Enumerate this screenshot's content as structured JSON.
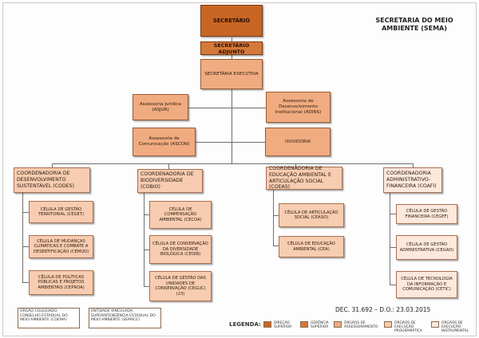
{
  "title": "SECRETARIA DO MEIO AMBIENTE (SEMA)",
  "decree": "DEC. 31.692 – D.O.: 23.03.2015",
  "top": {
    "secretario": "SECRETÁRIO",
    "adjunto": "SECRETÁRIO ADJUNTO",
    "executiva": "SECRETÁRIA EXECUTIVA"
  },
  "advisory": {
    "asjur": "Assessoria Jurídica (ASJUR)",
    "adins": "Assessoria de Desenvolvimento Institucional (ADINS)",
    "ascom": "Assessoria de Comunicação (ASCON)",
    "ouvidoria": "Ouvidoria"
  },
  "coordinations": [
    {
      "name": "COORDENADORIA DE DESENVOLVIMENTO SUSTENTÁVEL (CODES)",
      "cells": [
        "Célula de Gestão Territorial (CEGET)",
        "Célula de Mudanças Climáticas e Combate a Desertificação (CEMUD)",
        "Célula de Políticas Públicas e Projetos Ambientais (CEPROA)"
      ]
    },
    {
      "name": "Coordenadoria de Biodiversidade (COBIO)",
      "cells": [
        "Célula de Compensação Ambiental (CECOA)",
        "Célula de Conservação da Diversidade Biológica (CEDIB)",
        "Célula de Gestão das Unidades de Conservação (CEGUC) (23)"
      ]
    },
    {
      "name": "Coordenadoria de Educação Ambiental e Articulação Social (COEAS)",
      "cells": [
        "Célula de Articulação Social (CEASO)",
        "Célula de Educação Ambiental (CEA)"
      ]
    },
    {
      "name": "Coordenadoria Administrativo-Financeira (COAFI)",
      "cells": [
        "Célula de Gestão Financeira (CEGEF)",
        "Célula de Gestão Administrativa (CEGAD)",
        "Célula de Tecnologia da Informação e Comunicação (CETIC)"
      ]
    }
  ],
  "notes": {
    "colegiado": "ÓRGÃO COLEGIADO: CONSELHO ESTADUAL DO MEIO AMBIENTE (COEMA)",
    "vinculada": "ENTIDADE VINCULADA: SUPERINTENDÊNCIA ESTADUAL DO MEIO AMBIENTE (SEMACE)"
  },
  "legend": {
    "label": "LEGENDA:",
    "items": [
      {
        "label": "DIREÇÃO SUPERIOR",
        "color": "#c76624"
      },
      {
        "label": "GERÊNCIA SUPERIOR",
        "color": "#d4793a"
      },
      {
        "label": "ÓRGÃOS DE ASSESSORAMENTO",
        "color": "#f0ac80"
      },
      {
        "label": "ÓRGÃOS DE EXECUÇÃO PROGRAMÁTICA",
        "color": "#f7ccb0"
      },
      {
        "label": "ÓRGÃOS DE EXECUÇÃO INSTRUMENTAL",
        "color": "#fde8dc"
      }
    ]
  }
}
